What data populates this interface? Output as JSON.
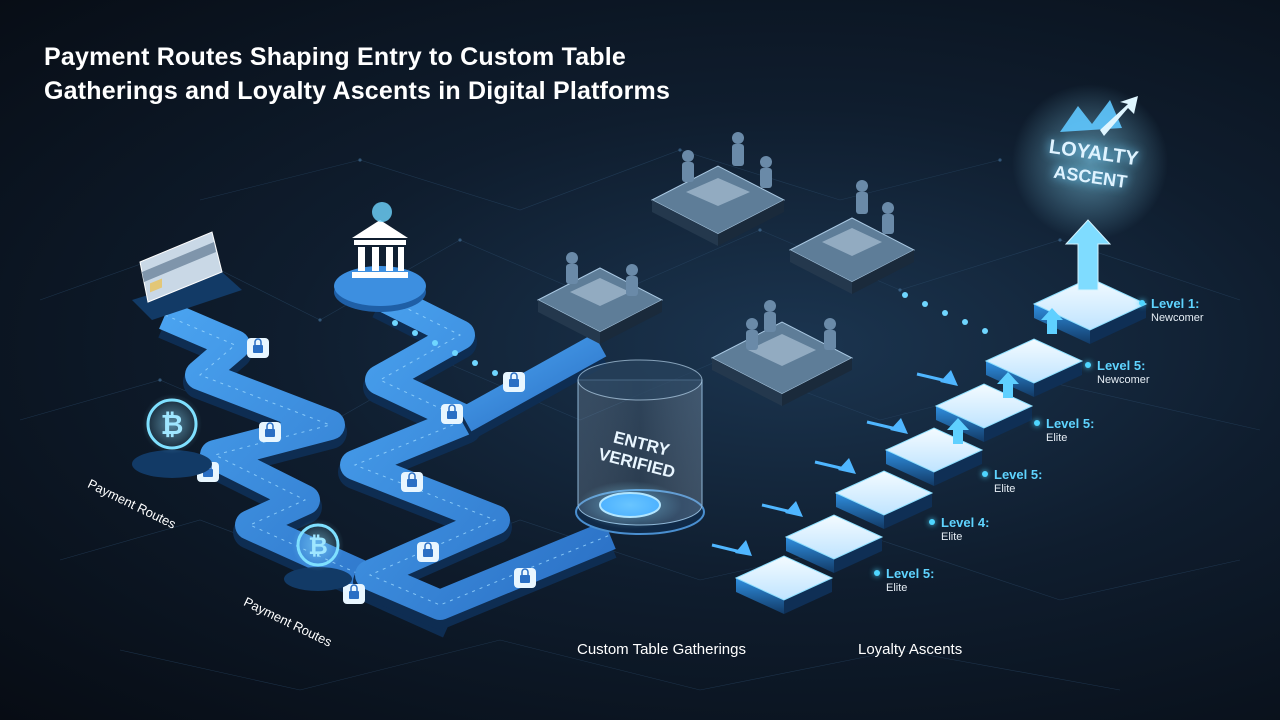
{
  "title": {
    "line1": "Payment Routes Shaping Entry to Custom Table",
    "line2": "Gatherings and Loyalty Ascents in Digital Platforms"
  },
  "payment_labels": [
    "Payment Routes",
    "Payment Routes"
  ],
  "entry": {
    "line1": "ENTRY",
    "line2": "VERIFIED"
  },
  "badge": {
    "line1": "LOYALTY",
    "line2": "ASCENT"
  },
  "levels": [
    {
      "label": "Level 1:",
      "tier": "Newcomer"
    },
    {
      "label": "Level 5:",
      "tier": "Newcomer"
    },
    {
      "label": "Level 5:",
      "tier": "Elite"
    },
    {
      "label": "Level 5:",
      "tier": "Elite"
    },
    {
      "label": "Level 4:",
      "tier": "Elite"
    },
    {
      "label": "Level 5:",
      "tier": "Elite"
    }
  ],
  "bottom_labels": {
    "tables": "Custom Table Gatherings",
    "loyalty": "Loyalty Ascents"
  },
  "icons": {
    "card": "credit-card-icon",
    "bank": "bank-icon",
    "bitcoin": "bitcoin-icon",
    "lock": "lock-icon",
    "arrow": "arrow-up-icon"
  },
  "colors": {
    "accent": "#4fd6ff",
    "path": "#3a8fe0",
    "background": "#0b1522"
  }
}
